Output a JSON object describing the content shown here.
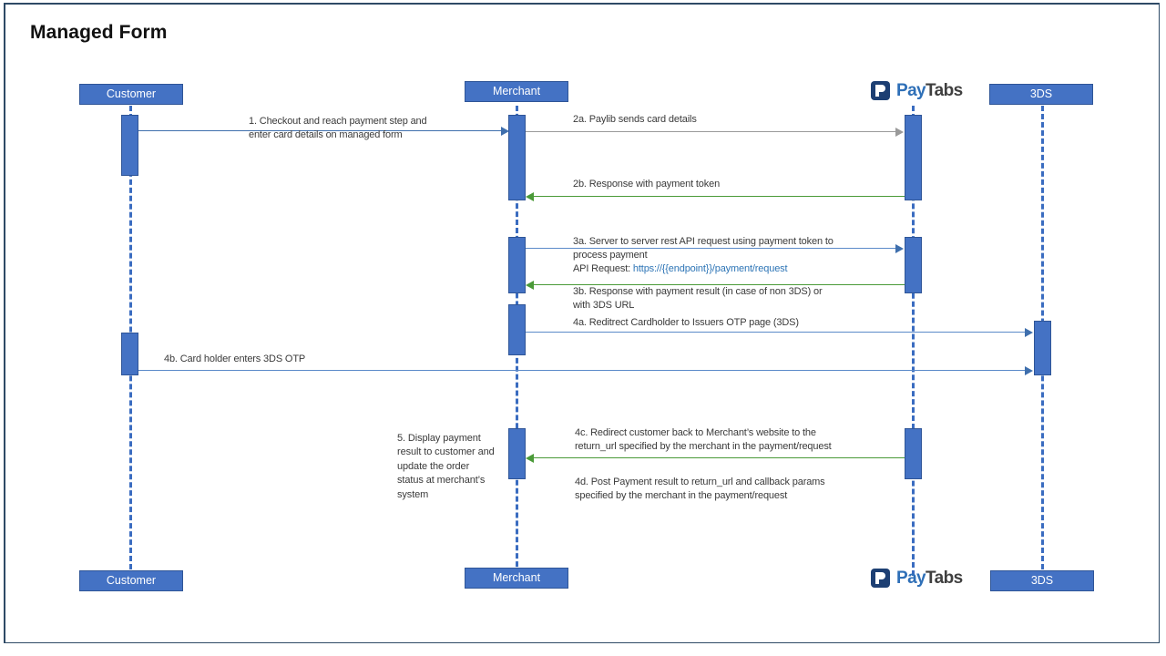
{
  "page": {
    "title": "Managed Form",
    "frame_color": "#2e4a66",
    "accent_color": "#4472c4",
    "link_color": "#2e75b6",
    "response_color": "#4a9a38"
  },
  "lifelines": [
    {
      "id": "customer",
      "label": "Customer",
      "kind": "box"
    },
    {
      "id": "merchant",
      "label": "Merchant",
      "kind": "box"
    },
    {
      "id": "paytabs",
      "label": "PayTabs",
      "kind": "logo",
      "logo_pay": "Pay",
      "logo_tabs": "Tabs"
    },
    {
      "id": "tds",
      "label": "3DS",
      "kind": "box"
    }
  ],
  "messages": [
    {
      "id": "1",
      "text": "1. Checkout and reach payment step and\nenter card details on managed form",
      "from": "customer",
      "to": "merchant",
      "color": "blue"
    },
    {
      "id": "2a",
      "text": "2a. Paylib sends card details",
      "from": "merchant",
      "to": "paytabs",
      "color": "gray"
    },
    {
      "id": "2b",
      "text": "2b. Response with payment token",
      "from": "paytabs",
      "to": "merchant",
      "color": "green"
    },
    {
      "id": "3a",
      "text": "3a. Server to server rest API request using payment token to\nprocess payment\nAPI Request: ",
      "url": "https://{{endpoint}}/payment/request",
      "from": "merchant",
      "to": "paytabs",
      "color": "blue"
    },
    {
      "id": "3b",
      "text": "3b. Response with payment result (in case of non 3DS) or\nwith 3DS URL",
      "from": "paytabs",
      "to": "merchant",
      "color": "green"
    },
    {
      "id": "4a",
      "text": "4a. Reditrect Cardholder to Issuers OTP page (3DS)",
      "from": "merchant",
      "to": "tds",
      "color": "blue"
    },
    {
      "id": "4b",
      "text": "4b. Card holder enters 3DS OTP",
      "from": "customer",
      "to": "tds",
      "color": "blue"
    },
    {
      "id": "4c",
      "text": "4c. Redirect customer back to Merchant’s website to the\nreturn_url specified by the merchant in the payment/request",
      "from": "paytabs",
      "to": "merchant",
      "color": "green"
    },
    {
      "id": "4d",
      "text": "4d. Post Payment result to return_url and callback params\nspecified by the merchant in the payment/request",
      "from": "paytabs",
      "to": "merchant",
      "color": "none"
    }
  ],
  "notes": [
    {
      "id": "5",
      "text": "5. Display payment\nresult to customer and\nupdate the order\nstatus at merchant’s\nsystem"
    }
  ]
}
